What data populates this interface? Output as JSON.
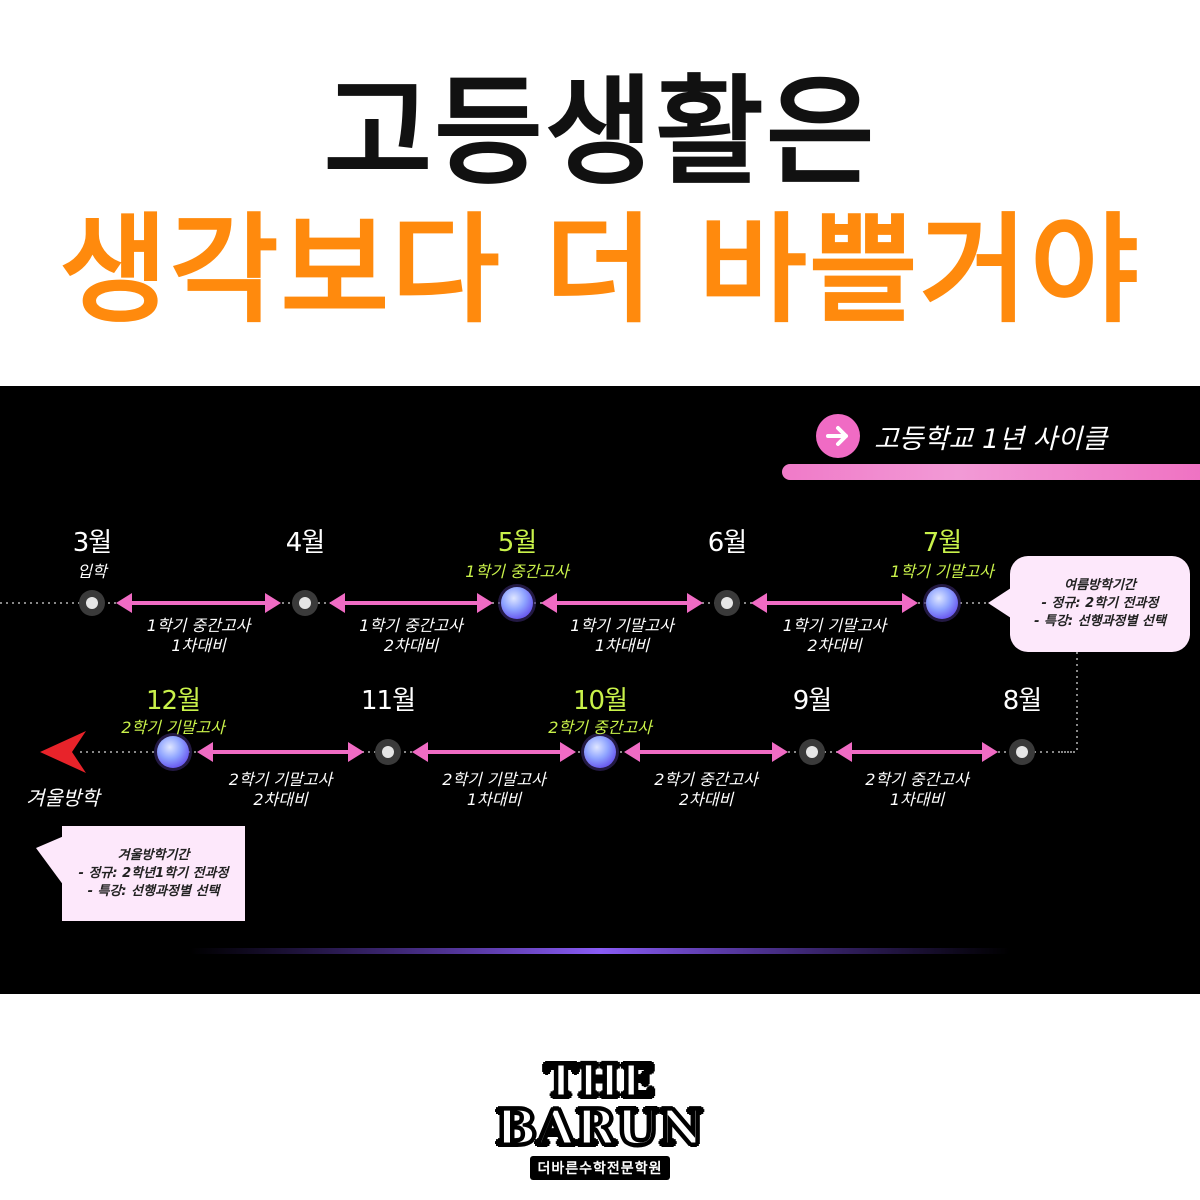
{
  "title": {
    "line1": "고등생활은",
    "line2": "생각보다 더 바쁠거야"
  },
  "colors": {
    "accent_orange": "#ff8a0d",
    "pink": "#f06bc4",
    "highlight": "#c9f24a",
    "panel": "#000000",
    "note_bg": "#fde8fb"
  },
  "cycle": {
    "label": "고등학교 1년 사이클",
    "icon": "right-arrow-icon"
  },
  "timeline": {
    "row1": [
      {
        "month": "3월",
        "sub": "입학",
        "highlight": false,
        "exam": false
      },
      {
        "month": "4월",
        "sub": "",
        "highlight": false,
        "exam": false
      },
      {
        "month": "5월",
        "sub": "1학기 중간고사",
        "highlight": true,
        "exam": true
      },
      {
        "month": "6월",
        "sub": "",
        "highlight": false,
        "exam": false
      },
      {
        "month": "7월",
        "sub": "1학기 기말고사",
        "highlight": true,
        "exam": true
      }
    ],
    "row1_segments": [
      {
        "line1": "1학기 중간고사",
        "line2": "1차대비"
      },
      {
        "line1": "1학기 중간고사",
        "line2": "2차대비"
      },
      {
        "line1": "1학기 기말고사",
        "line2": "1차대비"
      },
      {
        "line1": "1학기 기말고사",
        "line2": "2차대비"
      }
    ],
    "row2": [
      {
        "month": "12월",
        "sub": "2학기 기말고사",
        "highlight": true,
        "exam": true
      },
      {
        "month": "11월",
        "sub": "",
        "highlight": false,
        "exam": false
      },
      {
        "month": "10월",
        "sub": "2학기 중간고사",
        "highlight": true,
        "exam": true
      },
      {
        "month": "9월",
        "sub": "",
        "highlight": false,
        "exam": false
      },
      {
        "month": "8월",
        "sub": "",
        "highlight": false,
        "exam": false
      }
    ],
    "row2_segments": [
      {
        "line1": "2학기 기말고사",
        "line2": "2차대비"
      },
      {
        "line1": "2학기 기말고사",
        "line2": "1차대비"
      },
      {
        "line1": "2학기 중간고사",
        "line2": "2차대비"
      },
      {
        "line1": "2학기 중간고사",
        "line2": "1차대비"
      }
    ]
  },
  "summer_note": {
    "title": "여름방학기간",
    "line1": "- 정규: 2학기 전과정",
    "line2": "- 특강: 선행과정별 선택"
  },
  "winter": {
    "label": "겨울방학"
  },
  "winter_note": {
    "title": "겨울방학기간",
    "line1": "- 정규: 2학년1학기 전과정",
    "line2": "- 특강: 선행과정별 선택"
  },
  "logo": {
    "line1": "THE",
    "line2": "BARUN",
    "sub": "더바른수학전문학원"
  }
}
